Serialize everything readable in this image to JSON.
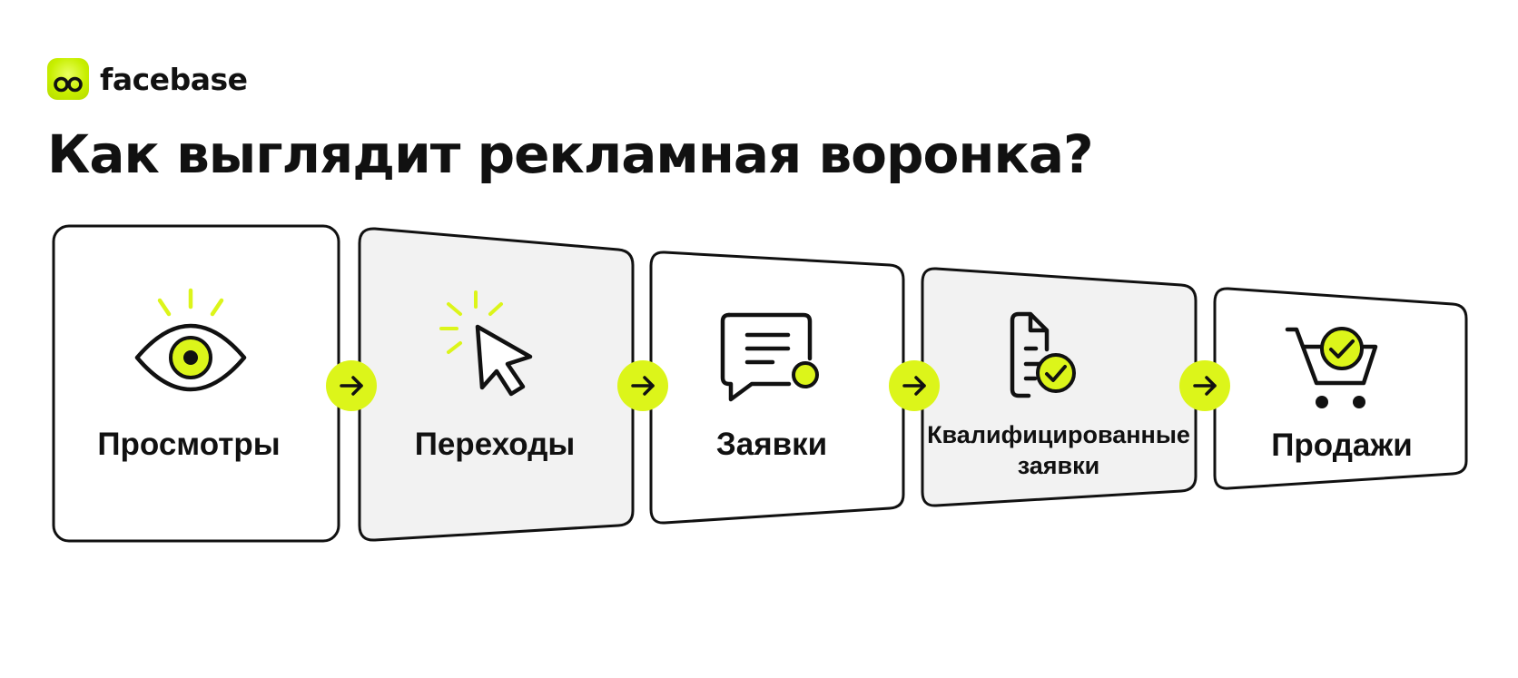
{
  "brand": {
    "name": "facebase",
    "accent_color": "#d8f514",
    "icon": "infinity-eyes-logo-icon"
  },
  "headline": "Как выглядит рекламная воронка?",
  "funnel": {
    "connector_icon": "arrow-right-icon",
    "stages": [
      {
        "id": "views",
        "label_lines": [
          "Просмотры"
        ],
        "icon": "eye-icon",
        "fill": "#ffffff"
      },
      {
        "id": "clicks",
        "label_lines": [
          "Переходы"
        ],
        "icon": "cursor-click-icon",
        "fill": "#f2f2f2"
      },
      {
        "id": "leads",
        "label_lines": [
          "Заявки"
        ],
        "icon": "message-form-icon",
        "fill": "#ffffff"
      },
      {
        "id": "qualified-leads",
        "label_lines": [
          "Квалифицированные",
          "заявки"
        ],
        "icon": "document-check-icon",
        "fill": "#f2f2f2"
      },
      {
        "id": "sales",
        "label_lines": [
          "Продажи"
        ],
        "icon": "cart-check-icon",
        "fill": "#ffffff"
      }
    ]
  }
}
